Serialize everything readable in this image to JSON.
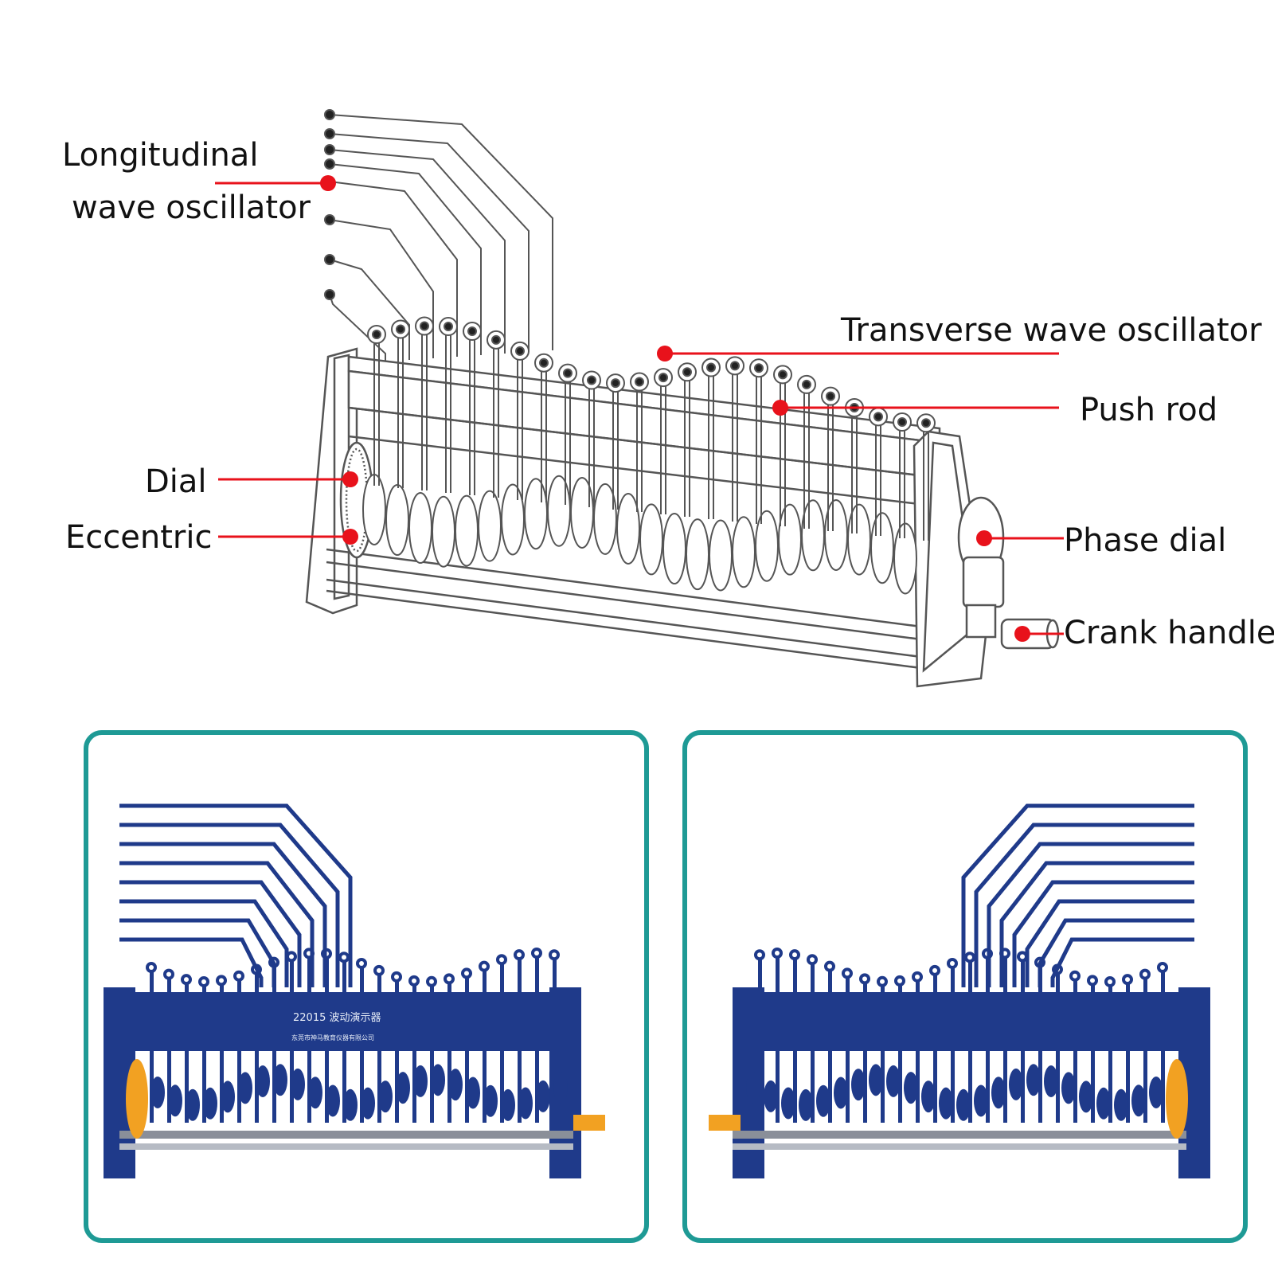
{
  "labels": {
    "longitudinal_line1": "Longitudinal",
    "longitudinal_line2": "wave oscillator",
    "transverse": "Transverse wave oscillator",
    "push_rod": "Push rod",
    "dial": "Dial",
    "eccentric": "Eccentric",
    "phase_dial": "Phase dial",
    "crank_handle": "Crank handle"
  },
  "photos": {
    "left": {
      "model_text": "22015 波动演示器",
      "maker_text": "东莞市神马教育仪器有限公司"
    }
  },
  "colors": {
    "callout_red": "#e8121b",
    "frame_teal": "#1e9a95",
    "device_blue": "#1f3a8a",
    "accent_orange": "#f2a122"
  }
}
